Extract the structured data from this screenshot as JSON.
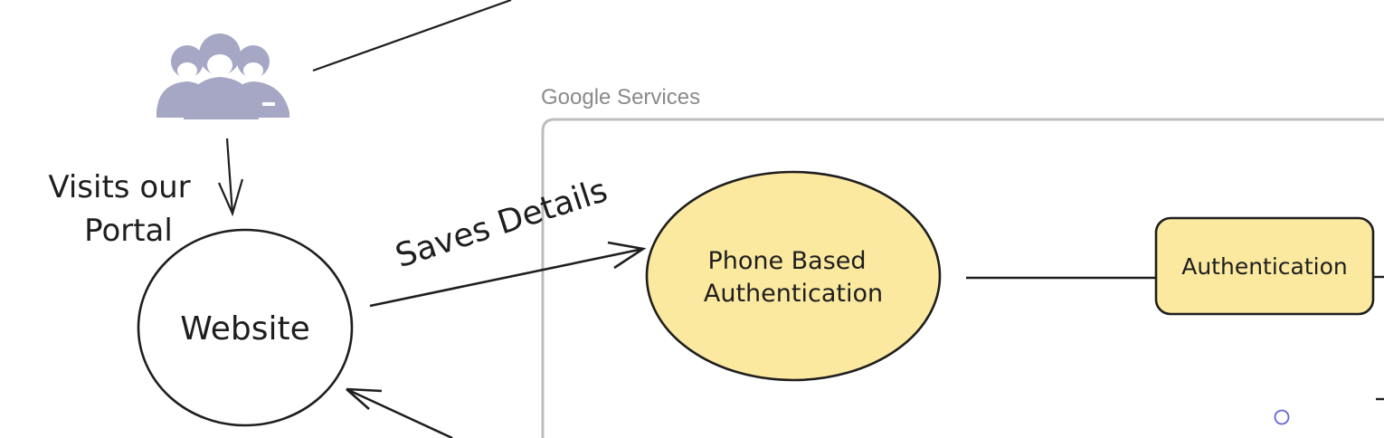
{
  "diagram": {
    "frame": {
      "title": "Google Services"
    },
    "nodes": {
      "users": {
        "icon": "users-group-icon"
      },
      "website": {
        "label": "Website"
      },
      "phone_auth": {
        "line1": "Phone Based",
        "line2": "Authentication"
      },
      "auth_box": {
        "label": "Authentication"
      }
    },
    "edges": {
      "visits_portal": {
        "line1": "Visits our",
        "line2": "Portal"
      },
      "saves_details": {
        "label": "Saves Details"
      }
    },
    "colors": {
      "stroke": "#1e1e1e",
      "node_fill": "#fbe9a0",
      "frame_stroke": "#bdbdbd",
      "icon_fill": "#a5a7c4",
      "handle": "#6965db"
    }
  }
}
